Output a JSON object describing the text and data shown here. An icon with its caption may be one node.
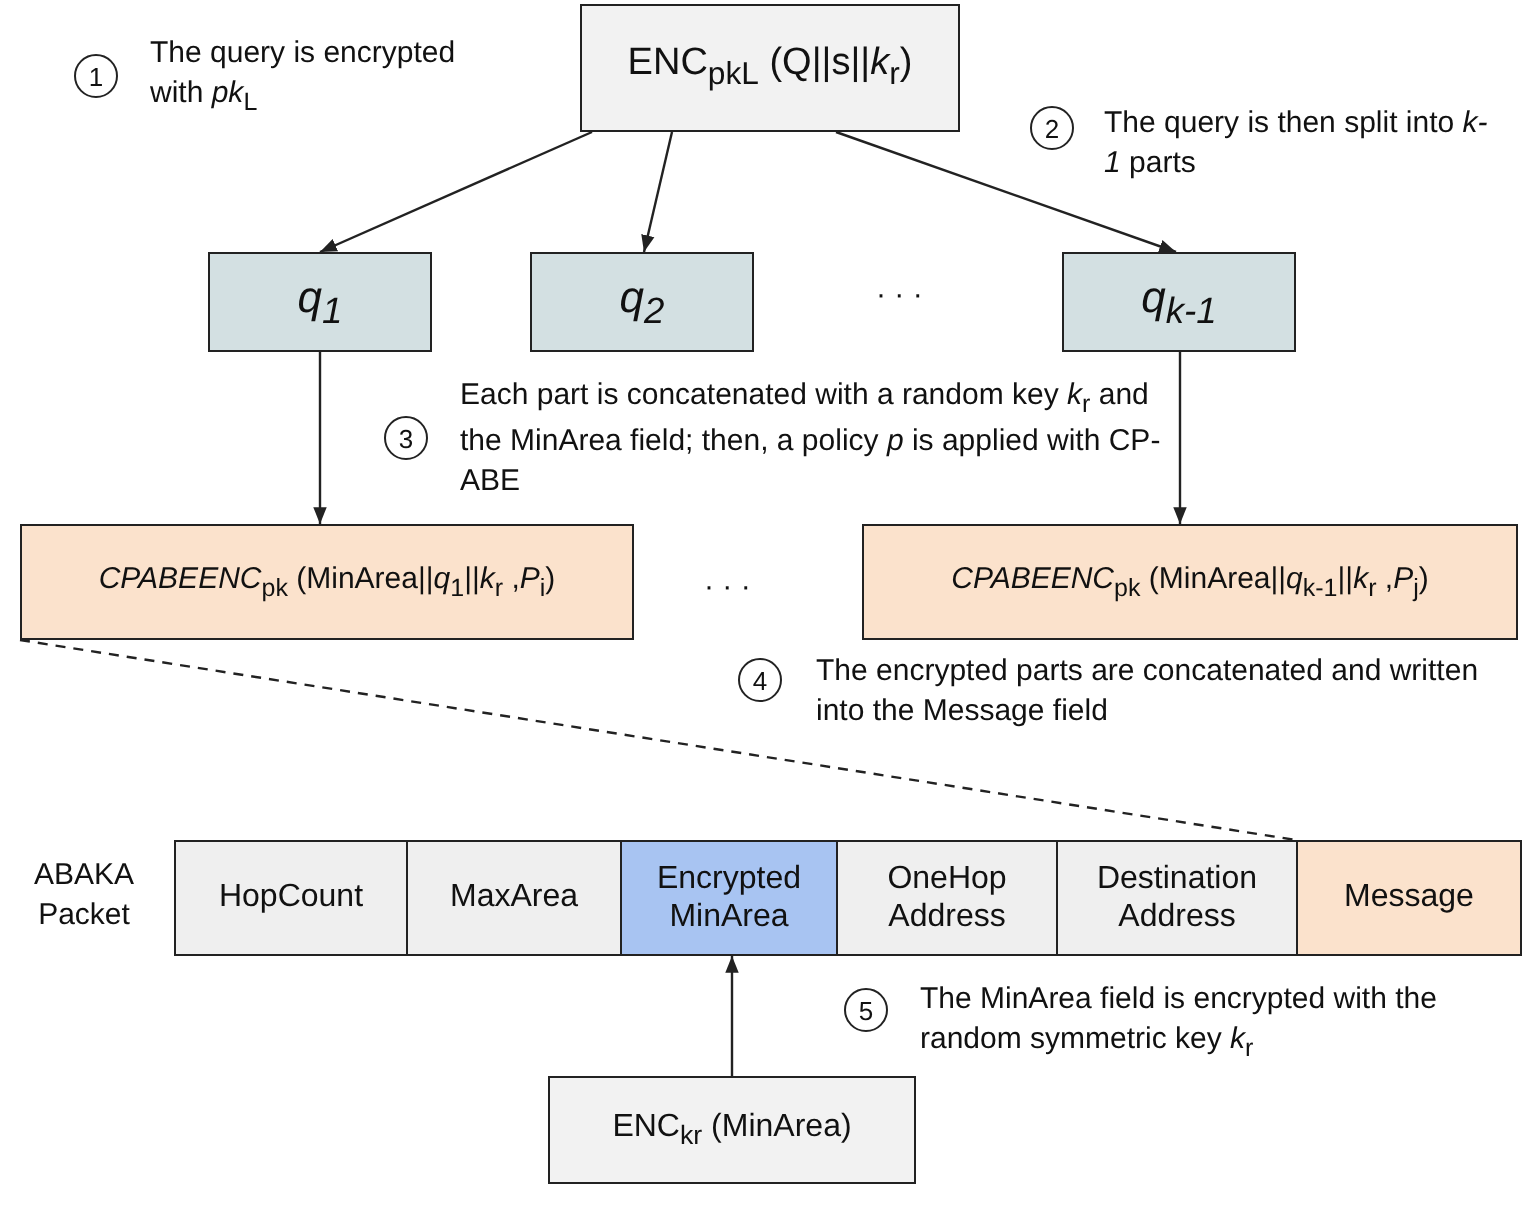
{
  "diagram": {
    "nodes": [
      {
        "text": [
          "ENC$_{pk}$$_{L}$ (Q||s||*k*$_{r}$)"
        ]
      },
      {
        "text": [
          "q$_{1}$"
        ]
      },
      {
        "text": [
          "q$_{2}$"
        ]
      },
      {
        "text": [
          "q$_{k-1}$"
        ]
      },
      {
        "text": [
          "*CPABEENC*$_{pk}$ (MinArea||*q*$_{1}$||*k*$_{r}$ ,*P*$_{i}$)"
        ]
      },
      {
        "text": [
          "*CPABEENC*$_{pk}$ (MinArea||*q*$_{k-1}$||*k*$_{r}$ ,*P*$_{j}$)"
        ]
      },
      {
        "text": [
          "ABAKA Packet"
        ]
      },
      {
        "text": [
          "HopCount"
        ],
        "in": 6
      },
      {
        "text": [
          "MaxArea"
        ],
        "in": 6
      },
      {
        "text": [
          "Encrypted MinArea"
        ],
        "in": 6
      },
      {
        "text": [
          "OneHop Address"
        ],
        "in": 6
      },
      {
        "text": [
          "Destination Address"
        ],
        "in": 6
      },
      {
        "text": [
          "Message"
        ],
        "in": 6
      },
      {
        "text": [
          "ENC$_{k}$$_{r}$ (MinArea)"
        ]
      }
    ],
    "edges": [
      {
        "from": 0,
        "to": 1,
        "arrow": "to"
      },
      {
        "from": 0,
        "to": 2,
        "arrow": "to"
      },
      {
        "from": 0,
        "to": 3,
        "arrow": "to"
      },
      {
        "from": 1,
        "to": 4,
        "arrow": "to"
      },
      {
        "from": 3,
        "to": 5,
        "arrow": "to"
      },
      {
        "from": 4,
        "to": 12,
        "arrow": "none",
        "style": "dashed"
      },
      {
        "from": 13,
        "to": 9,
        "arrow": "to"
      }
    ],
    "labels": [
      "1",
      "The query is encrypted with *pk*$_{L}$",
      "2",
      "The query is then split into *k-1* parts",
      "· · ·",
      "3",
      "Each part is concatenated with a random key *k*$_{r}$ and the MinArea field; then, a policy *p* is applied with CP-ABE",
      "· · ·",
      "4",
      "The encrypted parts are concatenated and written into the Message field",
      "5",
      "The MinArea field is encrypted with the random symmetric key *k*$_{r}$"
    ]
  }
}
